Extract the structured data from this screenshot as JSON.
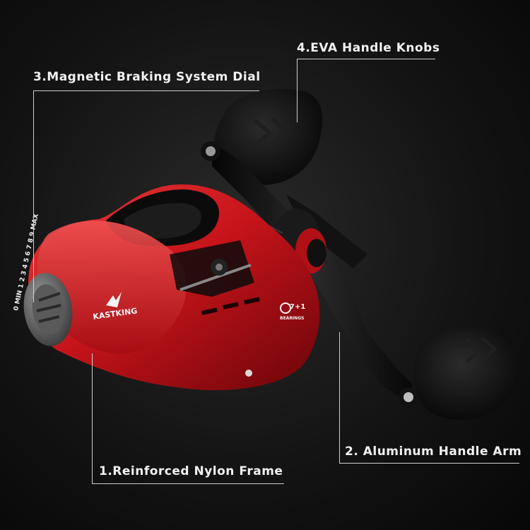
{
  "callouts": {
    "magnetic_braking": "3.Magnetic Braking System Dial",
    "eva_knobs": "4.EVA Handle Knobs",
    "aluminum_arm": "2. Aluminum Handle Arm",
    "nylon_frame": "1.Reinforced Nylon Frame"
  },
  "reel": {
    "brand": "KASTKING",
    "dial_text": "0 MIN 1 2 3 4 5 6 7 8 9 MAX",
    "bearings_number": "7+1",
    "bearings_label": "BEARINGS"
  },
  "colors": {
    "background": "#111111",
    "frame_red": "#c8141b",
    "handle_black": "#0d0d0d",
    "line_gray": "#cfcfcf"
  }
}
